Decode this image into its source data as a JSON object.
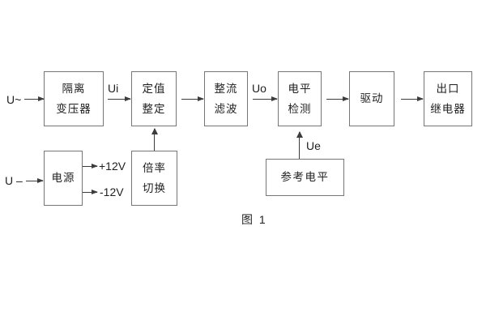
{
  "figure": {
    "caption": "图 1",
    "colors": {
      "line": "#3c3c3c",
      "box_border": "#767676",
      "text": "#1f1f1f",
      "background": "#ffffff"
    },
    "blocks": {
      "isolation_transformer": {
        "line1": "隔离",
        "line2": "变压器"
      },
      "value_setting": {
        "line1": "定值",
        "line2": "整定"
      },
      "rectify_filter": {
        "line1": "整流",
        "line2": "滤波"
      },
      "level_detection": {
        "line1": "电平",
        "line2": "检测"
      },
      "drive": {
        "line1": "驱动",
        "line2": ""
      },
      "outlet_relay": {
        "line1": "出口",
        "line2": "继电器"
      },
      "power_supply": {
        "line1": "电源",
        "line2": ""
      },
      "ratio_switching": {
        "line1": "倍率",
        "line2": "切换"
      },
      "reference_level": {
        "line1": "参考电平",
        "line2": ""
      }
    },
    "labels": {
      "ac_input": "U~",
      "dc_input": "U –",
      "ui": "Ui",
      "uo": "Uo",
      "ue": "Ue",
      "plus_12v": "+12V",
      "minus_12v": "-12V"
    }
  }
}
